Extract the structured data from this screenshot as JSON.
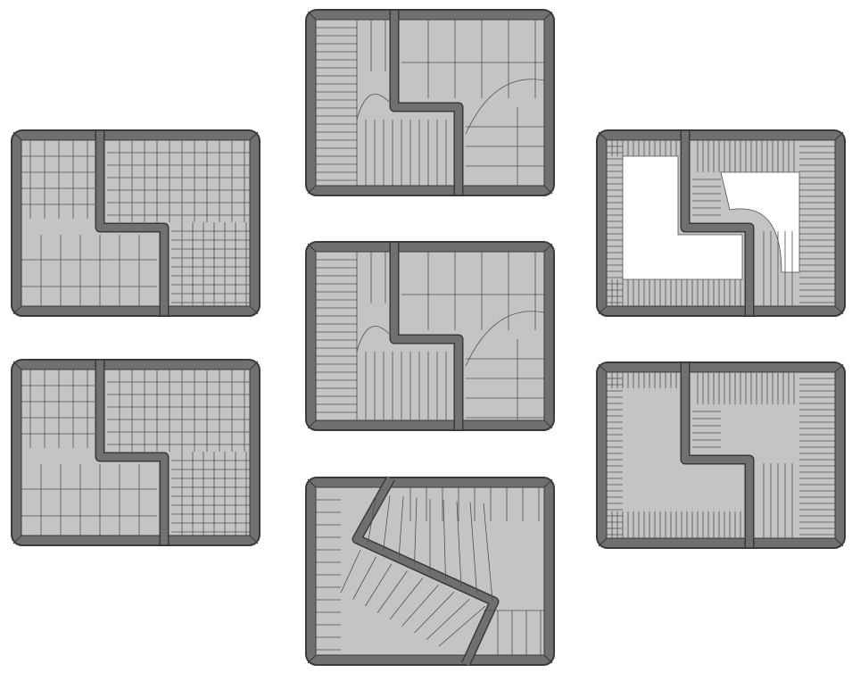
{
  "figure": {
    "panel_count": 7,
    "colors": {
      "background": "#ffffff",
      "frame_fill": "#707070",
      "frame_dark": "#3a3a3a",
      "lot_fill": "#c4c4c4",
      "lot_line": "#505050",
      "void_fill": "#ffffff"
    }
  },
  "panels": [
    {
      "id": "top-left",
      "layout": "z-road",
      "subdivision": "grid-blocks"
    },
    {
      "id": "middle-left",
      "layout": "z-road",
      "subdivision": "grid-blocks"
    },
    {
      "id": "top-center",
      "layout": "z-road",
      "subdivision": "radial-strips"
    },
    {
      "id": "center",
      "layout": "z-road",
      "subdivision": "radial-strips"
    },
    {
      "id": "bottom-center",
      "layout": "diagonal-road",
      "subdivision": "radial-strips"
    },
    {
      "id": "top-right",
      "layout": "z-road",
      "subdivision": "perimeter-strips-with-void"
    },
    {
      "id": "middle-right",
      "layout": "z-road",
      "subdivision": "perimeter-strips"
    }
  ]
}
